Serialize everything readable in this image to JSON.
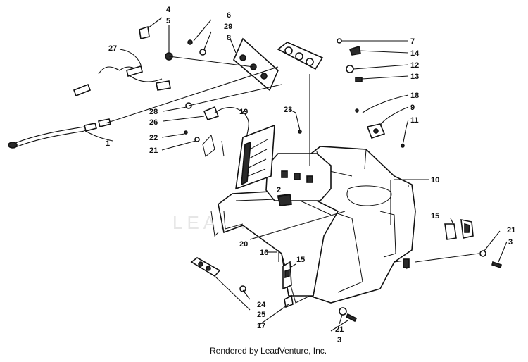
{
  "watermark": "LEADVENTURE",
  "footer": "Rendered by LeadVenture, Inc.",
  "callouts": {
    "c4": "4",
    "c5": "5",
    "c6": "6",
    "c29": "29",
    "c8": "8",
    "c27": "27",
    "c7": "7",
    "c14": "14",
    "c12": "12",
    "c13": "13",
    "c18": "18",
    "c9": "9",
    "c11": "11",
    "c28": "28",
    "c26": "26",
    "c19": "19",
    "c23": "23",
    "c22": "22",
    "c21a": "21",
    "c1": "1",
    "c10": "10",
    "c2": "2",
    "c15a": "15",
    "c21b": "21",
    "c3a": "3",
    "c20": "20",
    "c16": "16",
    "c15b": "15",
    "c24": "24",
    "c25": "25",
    "c17": "17",
    "c21c": "21",
    "c3b": "3"
  }
}
